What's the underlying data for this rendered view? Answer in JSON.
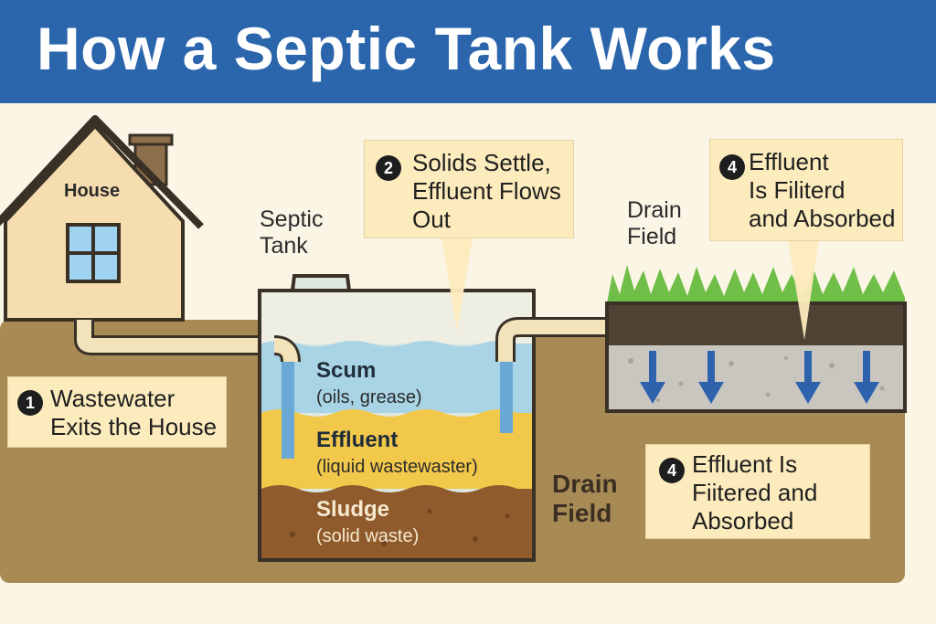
{
  "title": "How a Septic Tank Works",
  "labels": {
    "house": "House",
    "septic_tank": "Septic\nTank",
    "drain_field_top": "Drain\nField",
    "drain_field_ground": "Drain\nField"
  },
  "layers": {
    "scum": {
      "name": "Scum",
      "desc": "(oils, grease)"
    },
    "effluent": {
      "name": "Effluent",
      "desc": "(liquid wastewaster)"
    },
    "sludge": {
      "name": "Sludge",
      "desc": "(solid waste)"
    }
  },
  "steps": [
    {
      "number": "1",
      "text": "Wastewater\nExits the House"
    },
    {
      "number": "2",
      "text": "Solids Settle,\nEffluent Flows\nOut"
    },
    {
      "number": "4",
      "text": "Effluent\nIs Filiterd\nand Absorbed"
    },
    {
      "number": "4",
      "text": "Effluent Is\nFiitered and\nAbsorbed"
    }
  ],
  "colors": {
    "banner": "#2b66ad",
    "ground": "#a88a55",
    "house_wall": "#f5ddb0",
    "water": "#a9d4e6",
    "effluent": "#f2c84b",
    "sludge": "#8f5a2c",
    "pipe": "#f3e3bb",
    "gravel": "#c9c6c0",
    "soil": "#4e4234",
    "grass": "#6fbe48",
    "arrow": "#2f62ad"
  },
  "icons": [
    "down-arrow-icon",
    "house-window-icon",
    "chimney-icon"
  ]
}
